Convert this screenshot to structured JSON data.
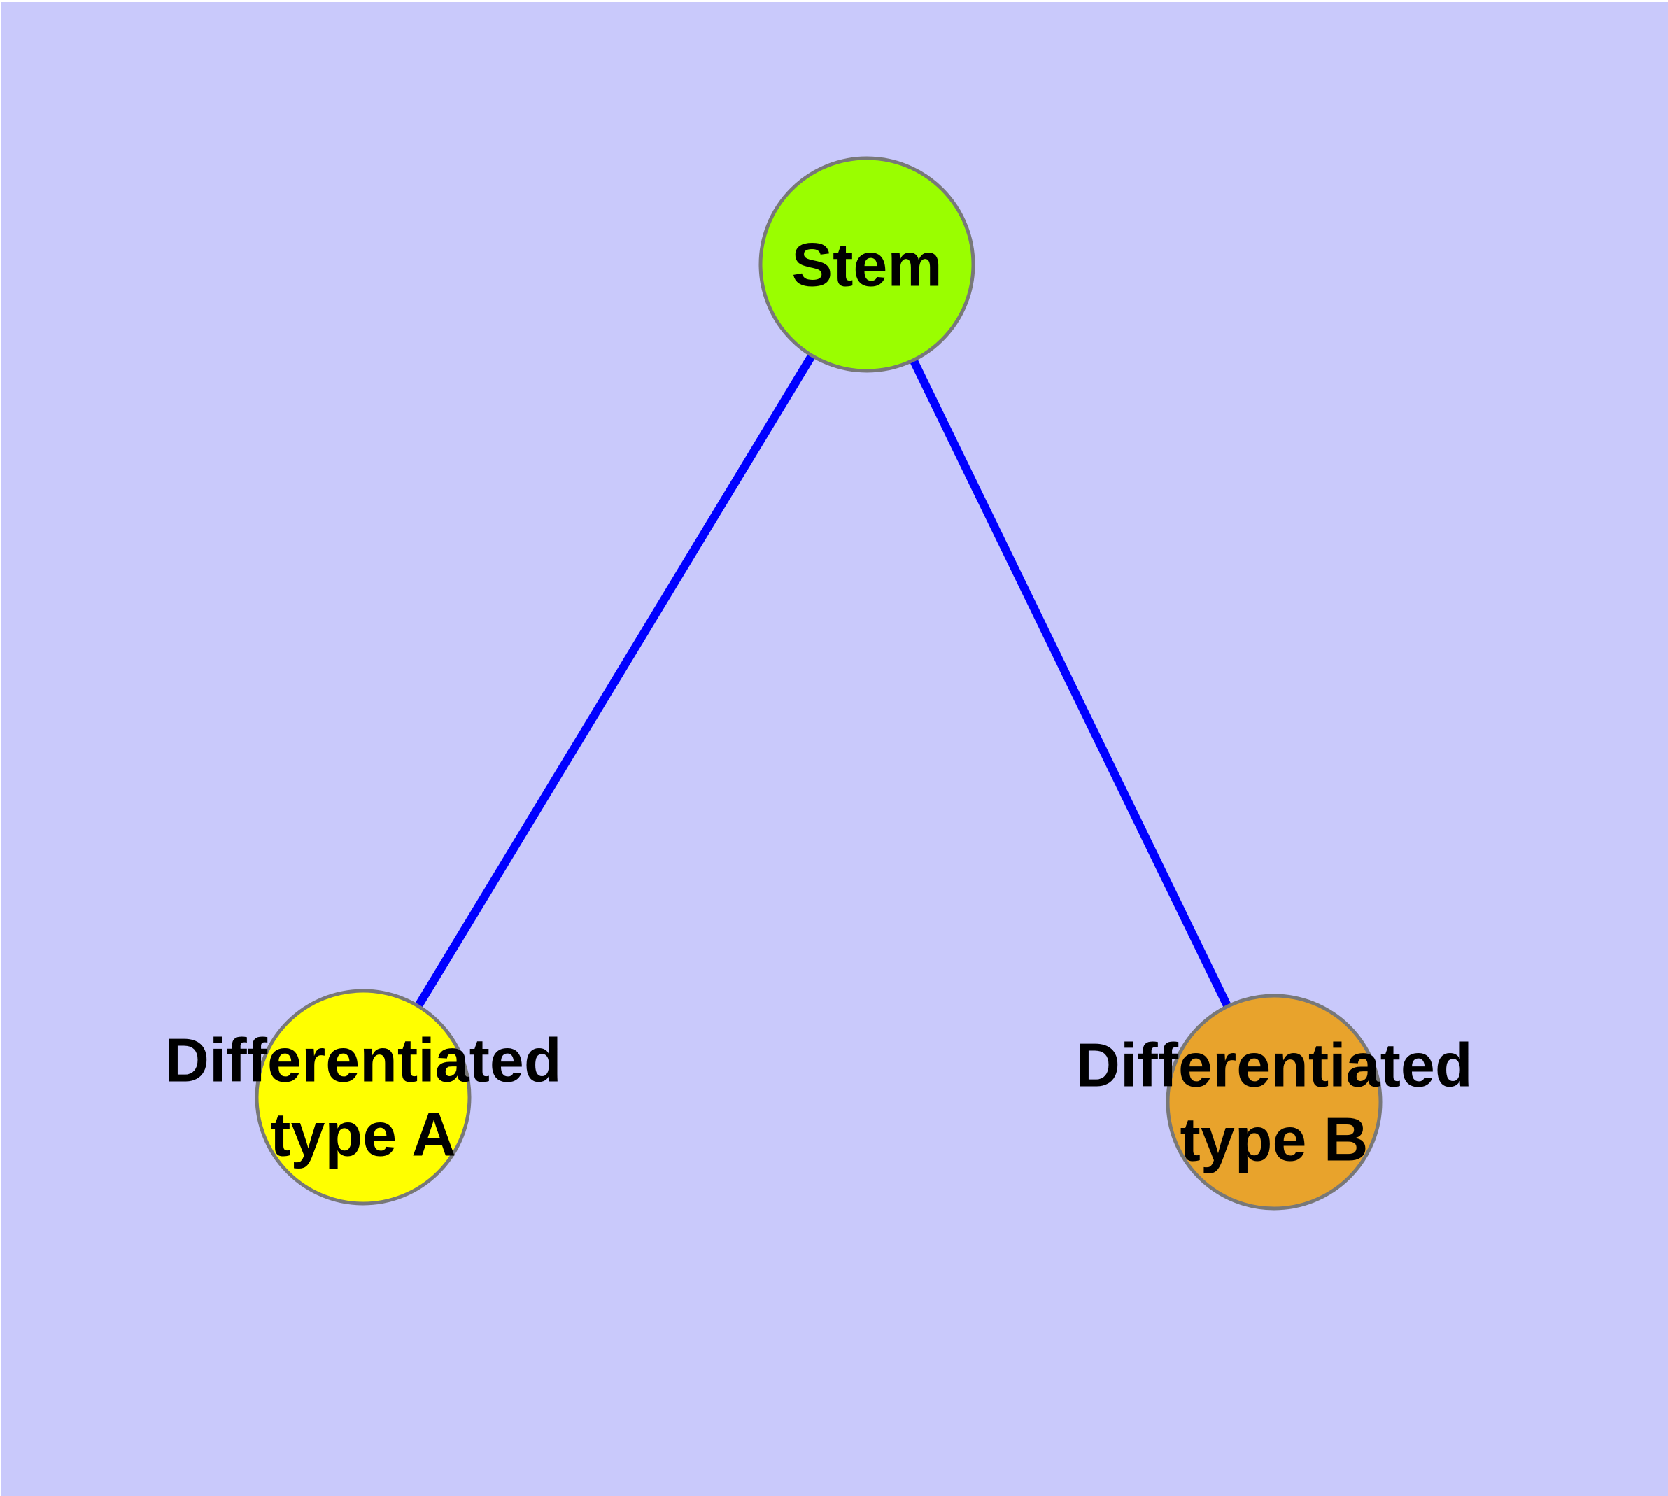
{
  "colors": {
    "background": "#C9C9FB",
    "page_margin": "#FFFFFF",
    "node_border": "#787878",
    "edge": "#0000FF",
    "label_text": "#000000"
  },
  "graph": {
    "nodes": [
      {
        "id": "stem",
        "label": "Stem",
        "fill": "#9AFE00"
      },
      {
        "id": "differentiated-type-a",
        "label": "Differentiated type A",
        "label_lines": [
          "Differentiated",
          "type A"
        ],
        "fill": "#FFFF00"
      },
      {
        "id": "differentiated-type-b",
        "label": "Differentiated type B",
        "label_lines": [
          "Differentiated",
          "type B"
        ],
        "fill": "#E8A32C"
      }
    ],
    "edges": [
      {
        "from": "stem",
        "to": "differentiated-type-a"
      },
      {
        "from": "stem",
        "to": "differentiated-type-b"
      }
    ]
  }
}
